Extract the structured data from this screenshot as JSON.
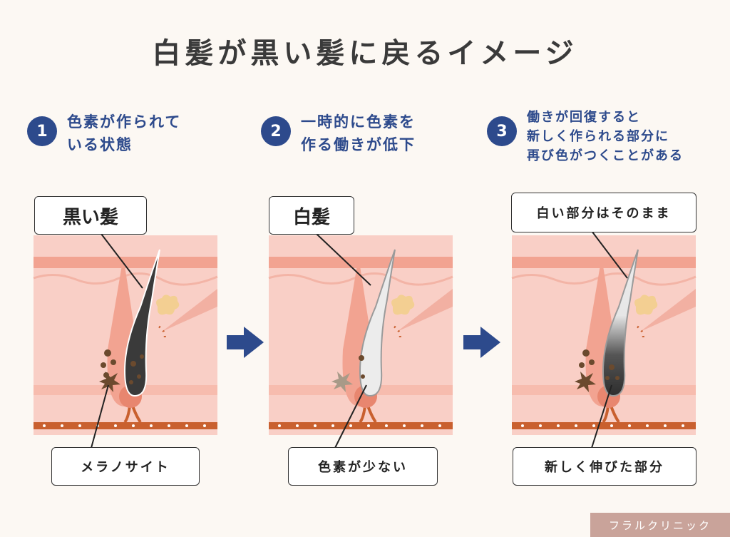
{
  "title": "白髪が黒い髪に戻るイメージ",
  "steps": [
    {
      "num": "1",
      "lines": [
        "色素が作られて",
        "いる状態"
      ]
    },
    {
      "num": "2",
      "lines": [
        "一時的に色素を",
        "作る働きが低下"
      ]
    },
    {
      "num": "3",
      "lines": [
        "働きが回復すると",
        "新しく作られる部分に",
        "再び色がつくことがある"
      ]
    }
  ],
  "labels": {
    "p1_top": "黒い髪",
    "p1_bottom": "メラノサイト",
    "p2_top": "白髪",
    "p2_bottom": "色素が少ない",
    "p3_top": "白い部分はそのまま",
    "p3_bottom": "新しく伸びた部分"
  },
  "brand": "フラルクリニック",
  "colors": {
    "accent": "#2d4a8c",
    "skin": "#f9cfc6",
    "skin_dark": "#f2a391",
    "vessel": "#c9602f",
    "brand_bg": "#c9a39a"
  }
}
